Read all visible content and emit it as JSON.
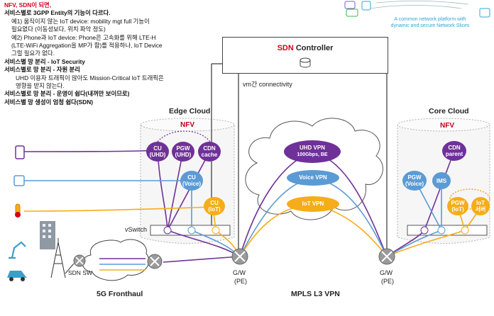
{
  "notes": {
    "title": "NFV, SDN이 되면,",
    "line1": "서비스별로 3GPP Entity의 기능이 다르다.",
    "line2": "예1) 움직이지 않는 IoT device: mobility mgt full 기능이",
    "line3": "필요없다 (이동성보다, 위치 파악 정도)",
    "line4": "예2) Phone과 IoT device: Phone은 고속화를 위해 LTE-H",
    "line5": "(LTE-WiFi Aggregation을 MP가 함)를 적용하나, IoT Device",
    "line6": "그럴 필요가 없다.",
    "line7": "서비스별 망 분리 - IoT Security",
    "line8": "서비스별로 망 분리 - 자원 분리",
    "line9": "UHD 이용자 트래픽이 많아도 Mission-Critical IoT 트래픽은",
    "line10": "영향을 받지 않는다.",
    "line11": "서비스별로 망 분리 - 운영이 쉽다(내꺼만 보이므로)",
    "line12": "서비스별 망 생성이 엄청 쉽다(SDN)"
  },
  "corner": {
    "line1": "A common network platform with",
    "line2": "dynamic and secure Network Slices"
  },
  "sdn": {
    "prefix": "SDN",
    "suffix": " Controller"
  },
  "labels": {
    "vm_conn": "vm간 connectivity",
    "edge_cloud": "Edge Cloud",
    "core_cloud": "Core Cloud",
    "nfv": "NFV",
    "vswitch": "vSwitch",
    "sdn_sw": "SDN SW",
    "fronthaul": "5G Fronthaul",
    "mpls": "MPLS L3 VPN",
    "gw": "G/W",
    "pe": "(PE)"
  },
  "edge_nodes": {
    "cu_uhd": [
      "CU",
      "(UHD)"
    ],
    "pgw_uhd": [
      "PGW",
      "(UHD)"
    ],
    "cdn_cache": [
      "CDN",
      "cache"
    ],
    "cu_voice": [
      "CU",
      "(Voice)"
    ],
    "cu_iot": [
      "CU",
      "(IoT)"
    ]
  },
  "core_nodes": {
    "cdn_parent": [
      "CDN",
      "parent"
    ],
    "pgw_voice": [
      "PGW",
      "(Voice)"
    ],
    "ims": "IMS",
    "pgw_iot": [
      "PGW",
      "(IoT)"
    ],
    "iot_server": [
      "IoT",
      "서버"
    ]
  },
  "vpns": {
    "uhd": {
      "name": "UHD VPN",
      "sub": "100Gbps, BE"
    },
    "voice": "Voice VPN",
    "iot": "IoT VPN"
  },
  "colors": {
    "uhd": "#6f3198",
    "voice": "#5b9bd5",
    "iot": "#f6ad1a",
    "red": "#d0021b"
  }
}
